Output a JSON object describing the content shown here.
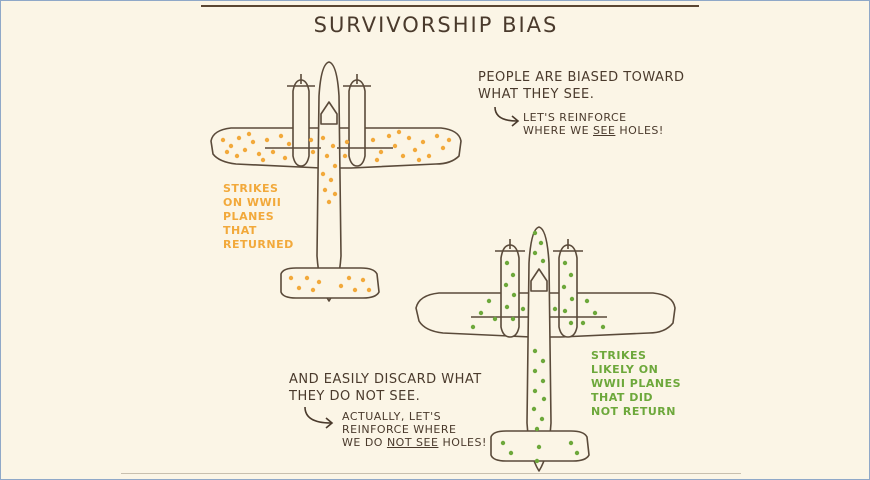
{
  "title": "SURVIVORSHIP BIAS",
  "note_top": {
    "line1": "PEOPLE ARE BIASED TOWARD",
    "line2": "WHAT THEY SEE.",
    "sub1": "LET'S REINFORCE",
    "sub2_a": "WHERE WE ",
    "sub2_b": "SEE",
    "sub2_c": " HOLES!"
  },
  "label_returned": [
    "STRIKES",
    "ON WWII",
    "PLANES",
    "THAT",
    "RETURNED"
  ],
  "label_not_returned": [
    "STRIKES",
    "LIKELY ON",
    "WWII PLANES",
    "THAT DID",
    "NOT RETURN"
  ],
  "note_bottom": {
    "line1": "AND EASILY DISCARD WHAT",
    "line2": "THEY DO NOT SEE.",
    "sub1": "ACTUALLY, LET'S",
    "sub2": "REINFORCE WHERE",
    "sub3_a": "WE DO ",
    "sub3_b": "NOT SEE",
    "sub3_c": " HOLES!"
  },
  "colors": {
    "ink": "#4a3a2c",
    "returned_dots": "#f2a93b",
    "not_returned_dots": "#6da83b",
    "background": "#fbf5e6"
  }
}
